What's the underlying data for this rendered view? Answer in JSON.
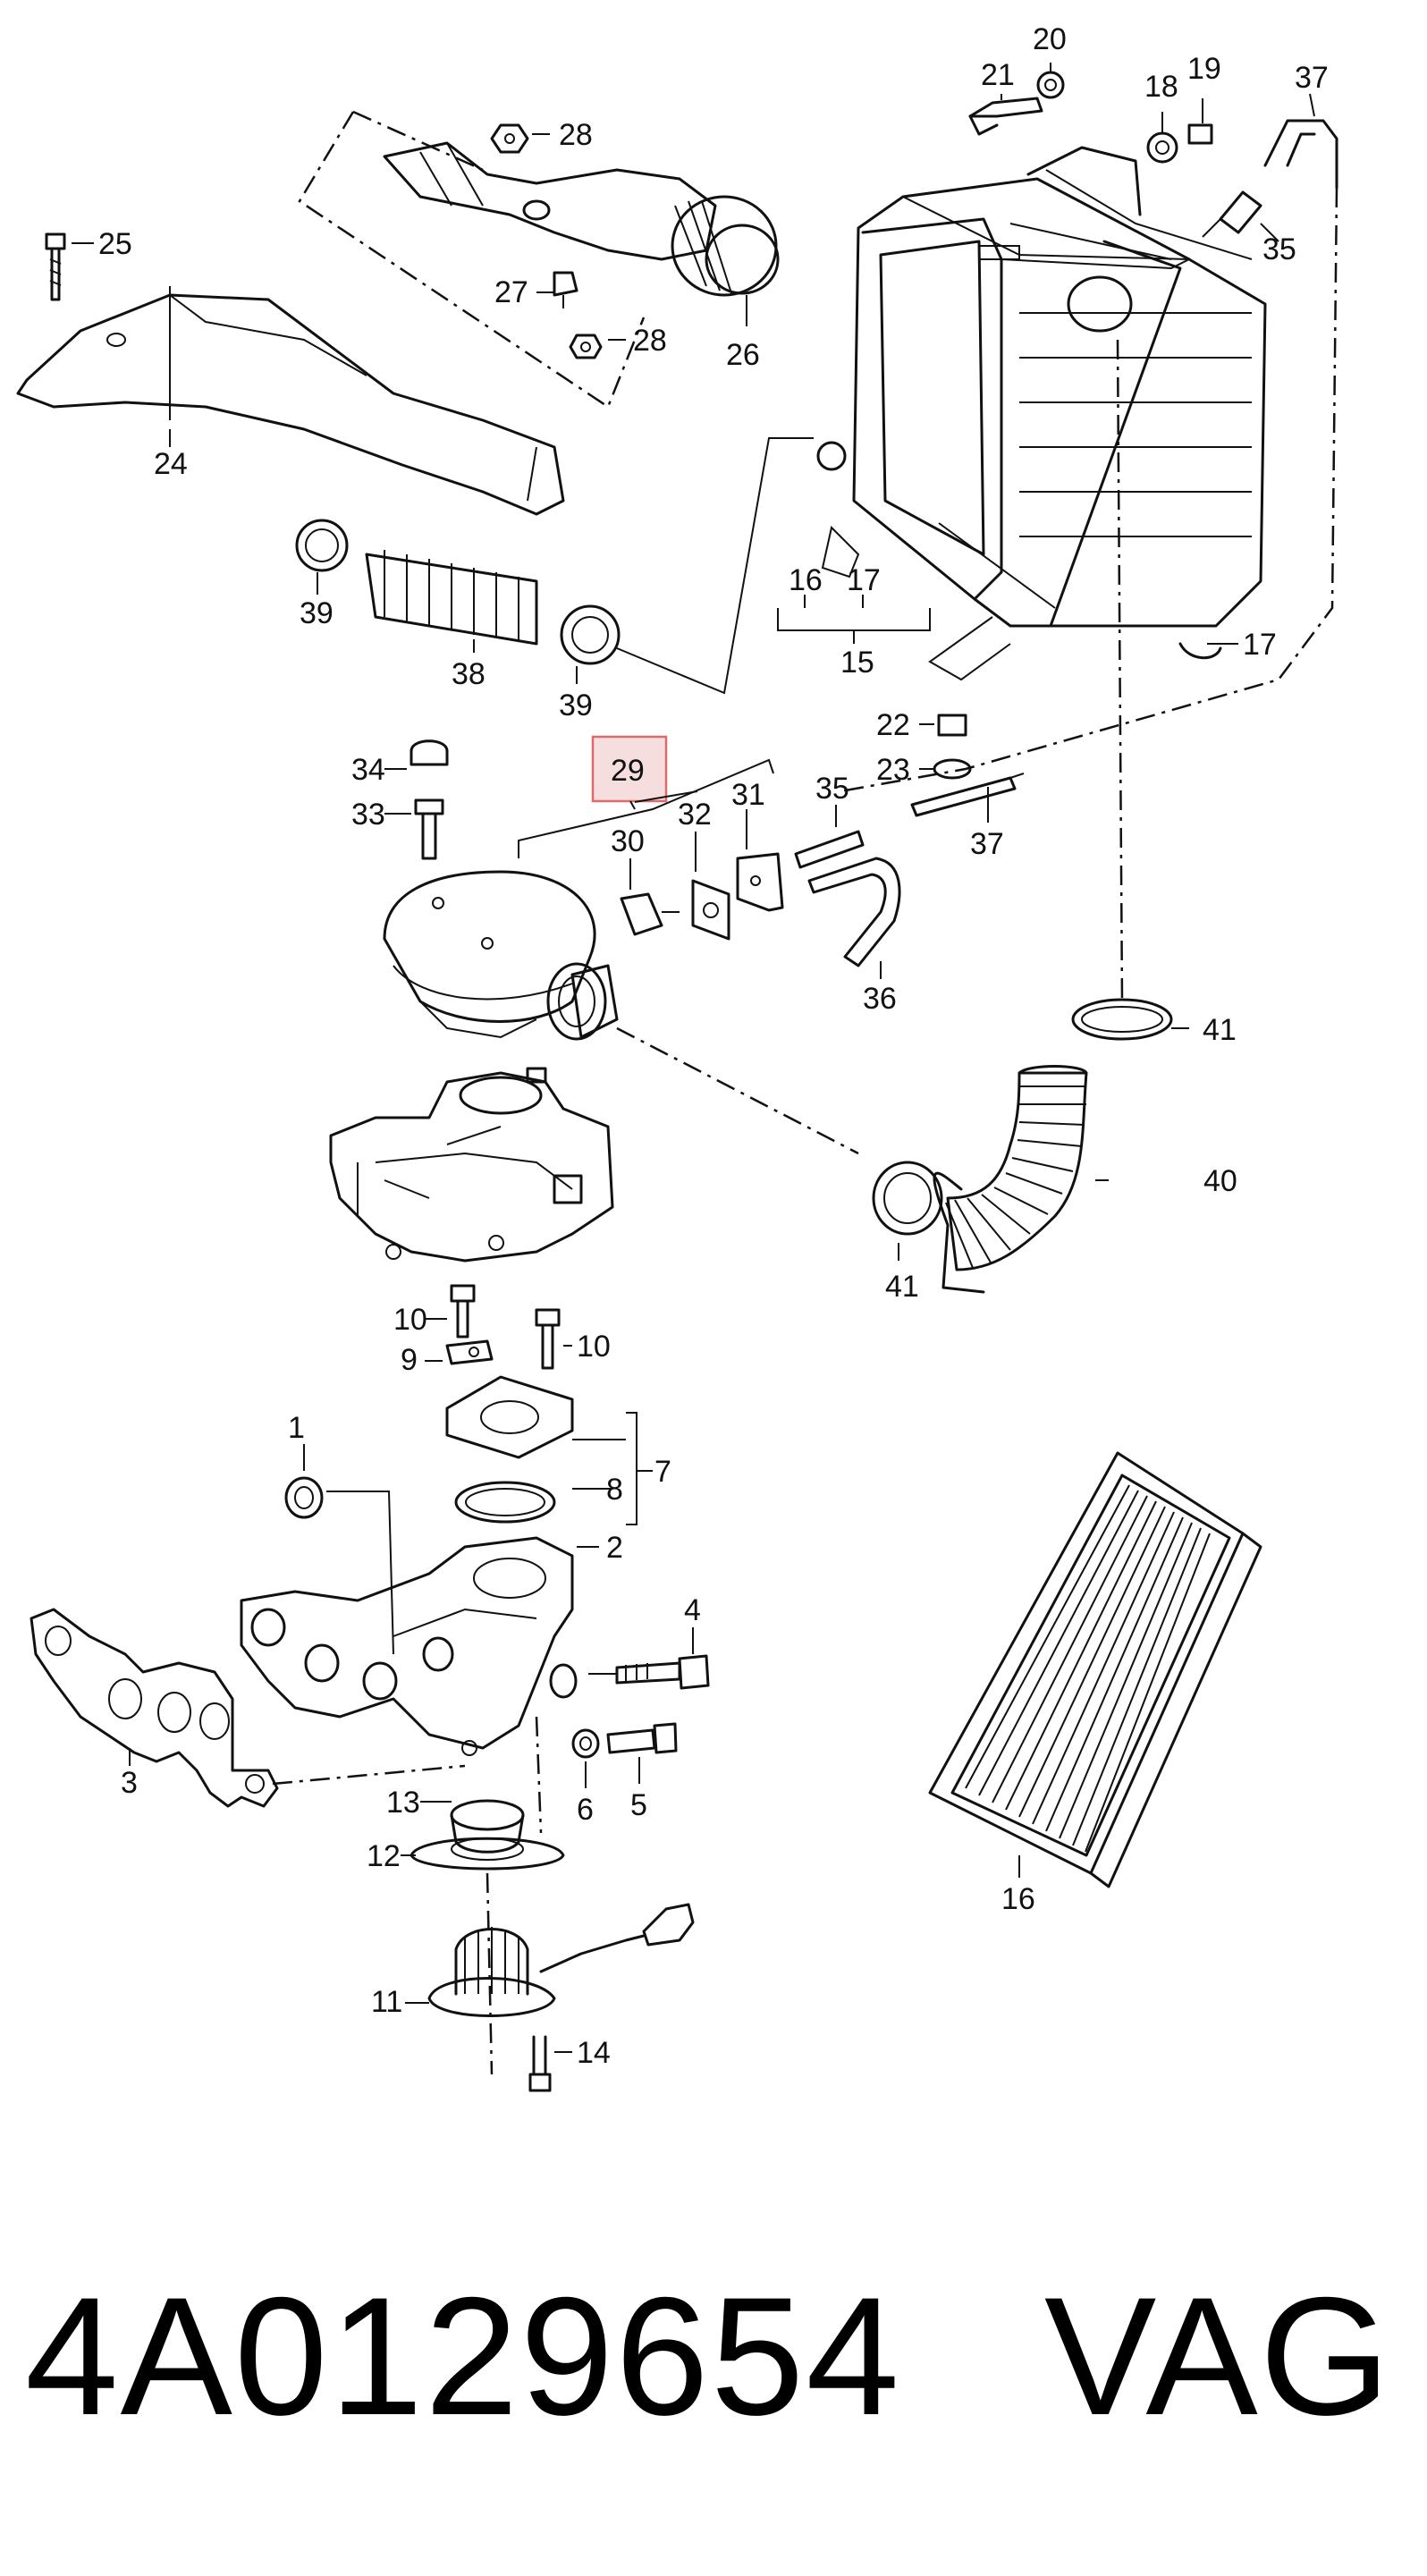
{
  "callouts": {
    "c1": "1",
    "c2": "2",
    "c3": "3",
    "c4": "4",
    "c5": "5",
    "c6": "6",
    "c7": "7",
    "c8": "8",
    "c9": "9",
    "c10": "10",
    "c11": "11",
    "c12": "12",
    "c13": "13",
    "c14": "14",
    "c15": "15",
    "c16": "16",
    "c17": "17",
    "c18": "18",
    "c19": "19",
    "c20": "20",
    "c21": "21",
    "c22": "22",
    "c23": "23",
    "c24": "24",
    "c25": "25",
    "c26": "26",
    "c27": "27",
    "c28": "28",
    "c29": "29",
    "c30": "30",
    "c31": "31",
    "c32": "32",
    "c33": "33",
    "c34": "34",
    "c35": "35",
    "c36": "36",
    "c37": "37",
    "c38": "38",
    "c39": "39",
    "c40": "40",
    "c41": "41"
  },
  "highlight": {
    "label": "29",
    "color": "#e06a6a"
  },
  "footer": {
    "part_number": "4A0129654",
    "brand": "VAG"
  }
}
